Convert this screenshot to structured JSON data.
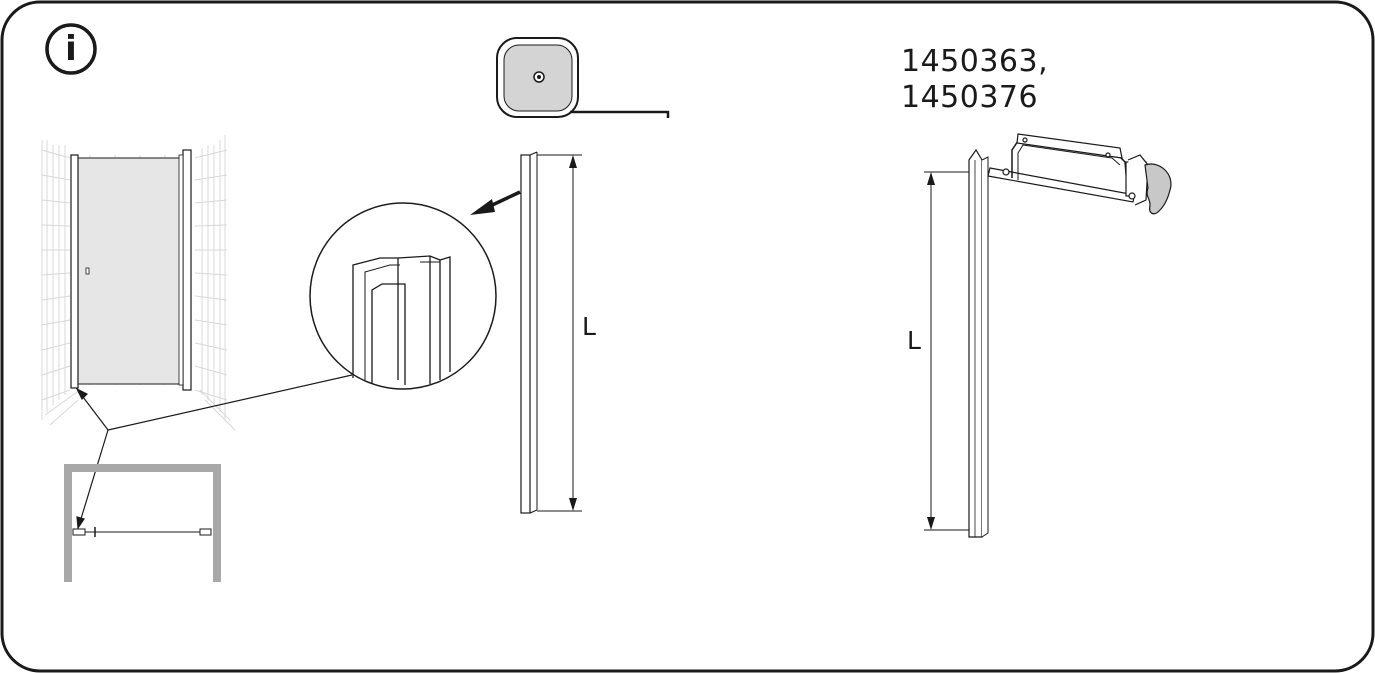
{
  "info_icon": {
    "letter": "i"
  },
  "product_codes": [
    "1450363,",
    "1450376"
  ],
  "dimension_labels": {
    "left_profile": "L",
    "right_profile": "L"
  },
  "colors": {
    "line": "#1a1a1a",
    "wall": "#a8a8a8",
    "tile": "#d8d8d8",
    "glass": "#e6e6e6"
  },
  "icons": [
    "info-icon",
    "tape-measure-icon",
    "hacksaw-icon"
  ]
}
